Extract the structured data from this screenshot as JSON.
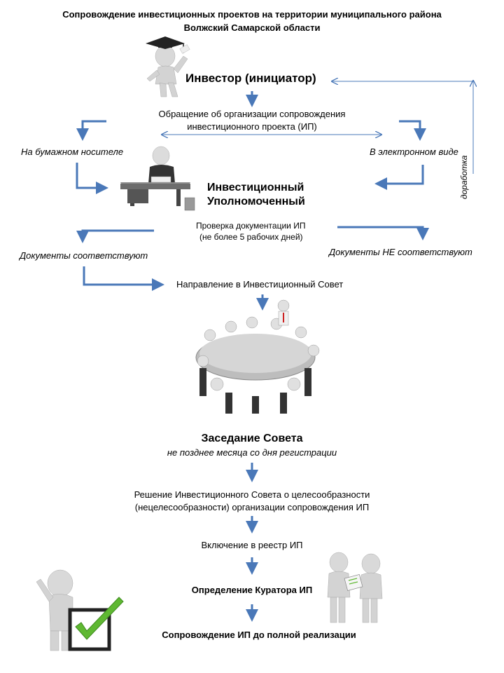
{
  "header": {
    "title_line1": "Сопровождение инвестиционных проектов на территории муниципального района",
    "title_line2": "Волжский Самарской области"
  },
  "flow": {
    "investor": "Инвестор (инициатор)",
    "request_line1": "Обращение об организации сопровождения",
    "request_line2": "инвестиционного  проекта (ИП)",
    "paper": "На бумажном носителе",
    "electronic": "В электронном виде",
    "rework": "доработка",
    "commissioner_line1": "Инвестиционный",
    "commissioner_line2": "Уполномоченный",
    "check_line1": "Проверка документации ИП",
    "check_line2": "(не более 5 рабочих дней)",
    "docs_ok": "Документы соответствуют",
    "docs_not_ok": "Документы  НЕ соответствуют",
    "send_to_council": "Направление в Инвестиционный  Совет",
    "meeting": "Заседание Совета",
    "meeting_deadline": "не позднее месяца со дня регистрации",
    "decision_line1": "Решение Инвестиционного Совета о целесообразности",
    "decision_line2": "(нецелесообразности) организации сопровождения  ИП",
    "registry": "Включение в реестр ИП",
    "curator": "Определение Куратора ИП",
    "support": "Сопровождение ИП до полной реализации"
  },
  "colors": {
    "arrow_blue": "#4a78b8",
    "figure_gray": "#cfcfcf",
    "check_green": "#5fb832",
    "tie_red": "#cc2222"
  }
}
